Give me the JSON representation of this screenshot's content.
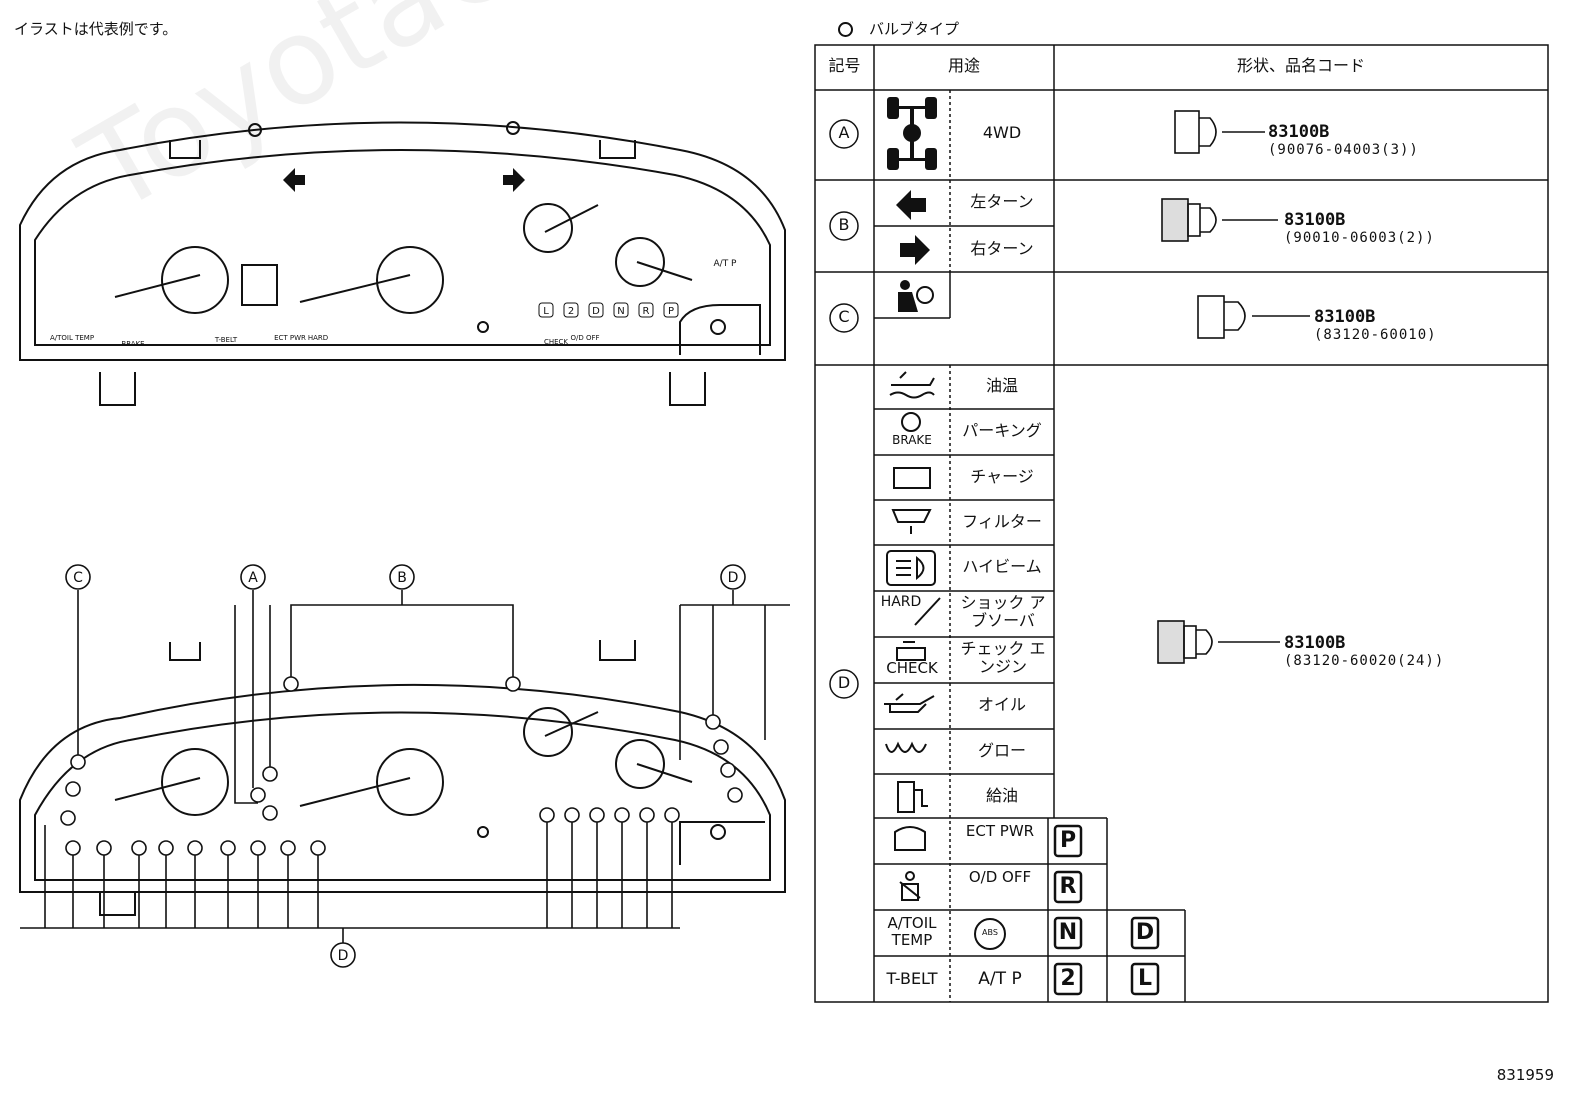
{
  "note": "イラストは代表例です。",
  "watermark": "ToyotaCarline.ru",
  "diagram_number": "831959",
  "panel_indicators": {
    "at_oil_temp": "A/TOIL TEMP",
    "brake": "BRAKE",
    "t_belt": "T-BELT",
    "ect_pwr": "ECT PWR",
    "hard": "HARD",
    "check": "CHECK",
    "od_off": "O/D OFF",
    "atp": "A/T P",
    "gears": [
      "L",
      "2",
      "D",
      "N",
      "R",
      "P"
    ]
  },
  "callouts": {
    "C": "C",
    "A": "A",
    "B": "B",
    "D": "D"
  },
  "table": {
    "title": "バルブタイプ",
    "headers": [
      "記号",
      "用途",
      "形状、品名コード"
    ],
    "rows": [
      {
        "symbol": "A",
        "uses": [
          {
            "icon": "4wd-icon",
            "label": "4WD"
          }
        ],
        "part_no": "83100B",
        "sub_code": "(90076-04003(3))"
      },
      {
        "symbol": "B",
        "uses": [
          {
            "icon": "left-turn-icon",
            "label": "左ターン"
          },
          {
            "icon": "right-turn-icon",
            "label": "右ターン"
          }
        ],
        "part_no": "83100B",
        "sub_code": "(90010-06003(2))"
      },
      {
        "symbol": "C",
        "uses": [
          {
            "icon": "airbag-icon",
            "label": ""
          }
        ],
        "part_no": "83100B",
        "sub_code": "(83120-60010)"
      },
      {
        "symbol": "D",
        "uses": [
          {
            "icon": "oil-temp-icon",
            "label": "油温"
          },
          {
            "icon": "parking-brake-icon",
            "icon_text": "BRAKE",
            "label": "パーキング"
          },
          {
            "icon": "battery-icon",
            "label": "チャージ"
          },
          {
            "icon": "filter-icon",
            "label": "フィルター"
          },
          {
            "icon": "high-beam-icon",
            "label": "ハイビーム"
          },
          {
            "icon": "shock-absorber-icon",
            "icon_text": "HARD",
            "label": "ショック アブソーバ"
          },
          {
            "icon": "check-engine-icon",
            "icon_text": "CHECK",
            "label": "チェック エンジン"
          },
          {
            "icon": "oil-can-icon",
            "label": "オイル"
          },
          {
            "icon": "glow-plug-icon",
            "label": "グロー"
          },
          {
            "icon": "fuel-pump-icon",
            "label": "給油"
          }
        ],
        "extra_cells": [
          [
            {
              "icon": "door-icon"
            },
            {
              "text": "ECT PWR"
            },
            {
              "gear": "P"
            }
          ],
          [
            {
              "icon": "seatbelt-icon"
            },
            {
              "text": "O/D OFF"
            },
            {
              "gear": "R"
            }
          ],
          [
            {
              "text": "A/TOIL TEMP"
            },
            {
              "icon": "abs-icon",
              "icon_text": "ABS"
            },
            {
              "gear": "N"
            },
            {
              "gear": "D"
            }
          ],
          [
            {
              "text": "T-BELT"
            },
            {
              "text": "A/T P"
            },
            {
              "gear": "2"
            },
            {
              "gear": "L"
            }
          ]
        ],
        "part_no": "83100B",
        "sub_code": "(83120-60020(24))"
      }
    ]
  }
}
